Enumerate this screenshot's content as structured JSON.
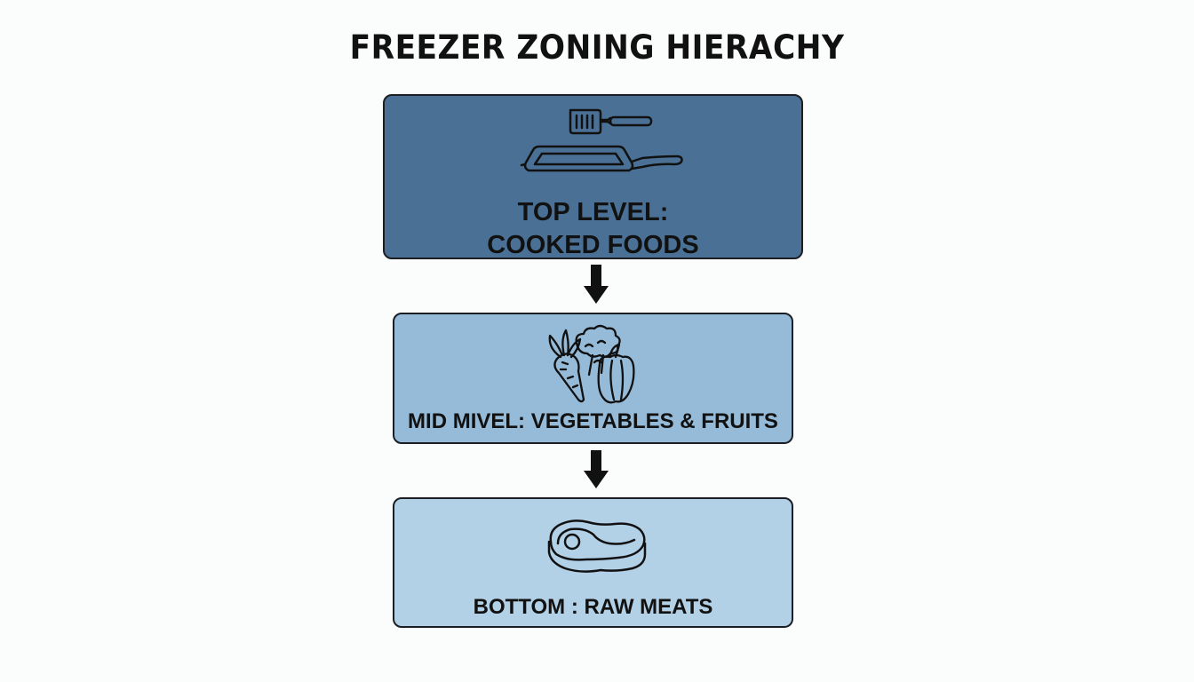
{
  "title": "FREEZER ZONING HIERACHY",
  "levels": [
    {
      "line1": "TOP LEVEL:",
      "line2": "COOKED FOODS",
      "icon": "spatula-and-pan-icon",
      "color": "#4a7195"
    },
    {
      "label": "MID MIVEL: VEGETABLES & FRUITS",
      "icon": "vegetables-icon",
      "color": "#95bbd8"
    },
    {
      "label": "BOTTOM : RAW MEATS",
      "icon": "steak-icon",
      "color": "#b2d0e6"
    }
  ],
  "colors": {
    "background": "#fbfcfc",
    "border": "#1b1f24",
    "arrow": "#111111",
    "text": "#111111"
  }
}
